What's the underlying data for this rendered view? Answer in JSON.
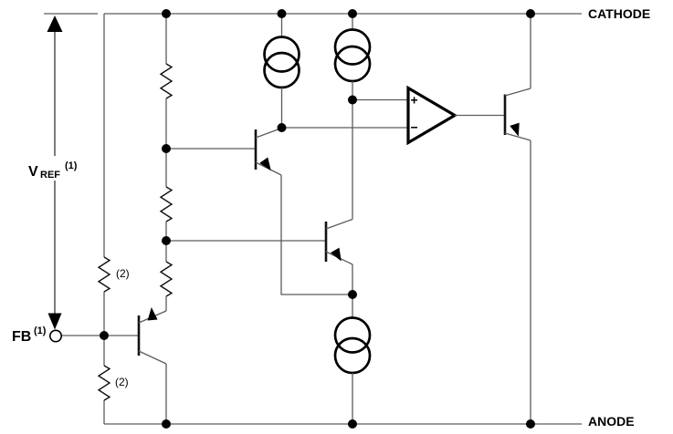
{
  "figure": {
    "type": "circuit-schematic"
  },
  "terminals": {
    "cathode": "CATHODE",
    "anode": "ANODE",
    "fb": "FB",
    "fb_note": "(1)"
  },
  "vref": {
    "symbol": "V",
    "subscript": "REF",
    "note": "(1)"
  },
  "resistor_notes": {
    "upper": "(2)",
    "lower": "(2)"
  },
  "opamp": {
    "plus": "+",
    "minus": "−"
  },
  "components": {
    "current_sources": 3,
    "transistors": 4,
    "resistors": 5,
    "error_amplifier": 1
  },
  "colors": {
    "background": "#ffffff",
    "wire": "#5c5c5c",
    "component": "#000000",
    "text": "#000000"
  }
}
